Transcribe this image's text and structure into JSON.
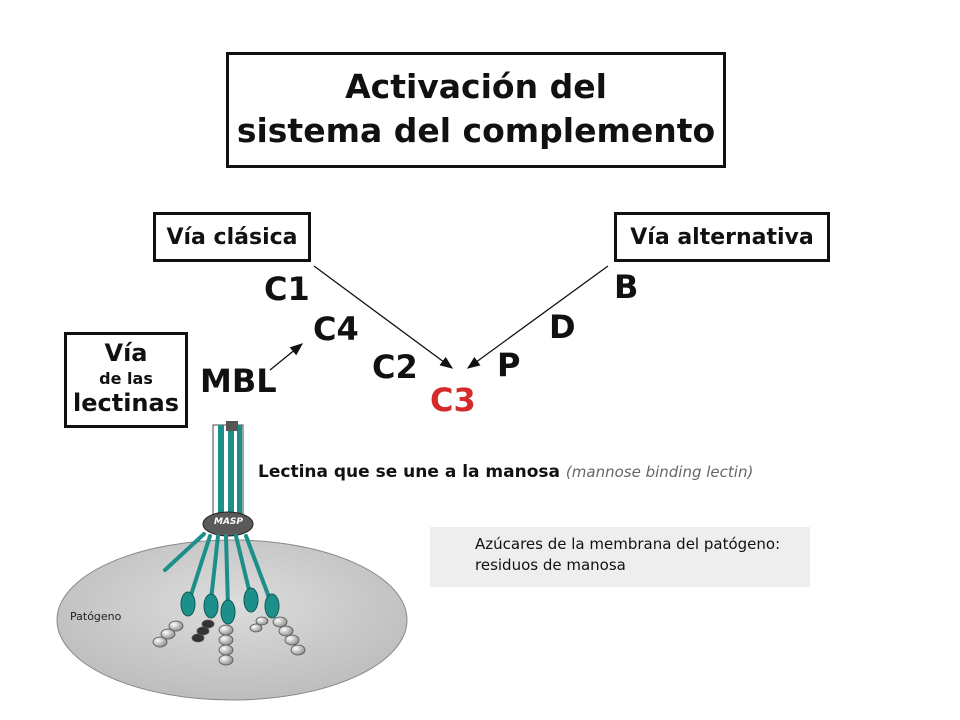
{
  "title": {
    "line1": "Activación del",
    "line2": "sistema del complemento"
  },
  "pathways": {
    "classic": "Vía clásica",
    "alternative": "Vía alternativa",
    "lectin": {
      "line1": "Vía",
      "line2": "de las",
      "line3": "lectinas"
    }
  },
  "components": {
    "c1": "C1",
    "c4": "C4",
    "c2": "C2",
    "c3": "C3",
    "mbl": "MBL",
    "b": "B",
    "d": "D",
    "p": "P"
  },
  "lectin_caption": {
    "main": "Lectina que se une a la manosa",
    "english": "(mannose binding lectin)"
  },
  "sugar_legend": {
    "line1": "Azúcares de la membrana del patógeno:",
    "line2": "residuos de manosa"
  },
  "illustration": {
    "masp": "MASP",
    "pathogen": "Patógeno"
  },
  "colors": {
    "c3": "#d42a2a",
    "teal": "#1d8f8a",
    "pathogen_fill": "#c9c9c9"
  }
}
